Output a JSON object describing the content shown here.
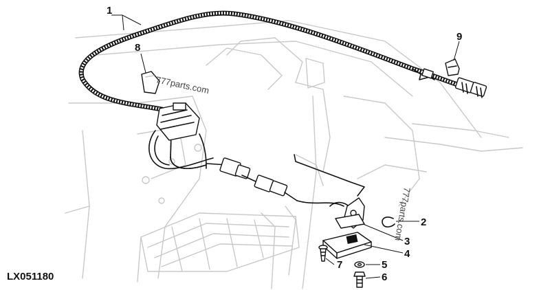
{
  "figure_id": "LX051180",
  "watermarks": [
    "777parts.com",
    "777parts.com"
  ],
  "callouts": [
    "1",
    "2",
    "3",
    "4",
    "5",
    "6",
    "7",
    "8",
    "9"
  ]
}
